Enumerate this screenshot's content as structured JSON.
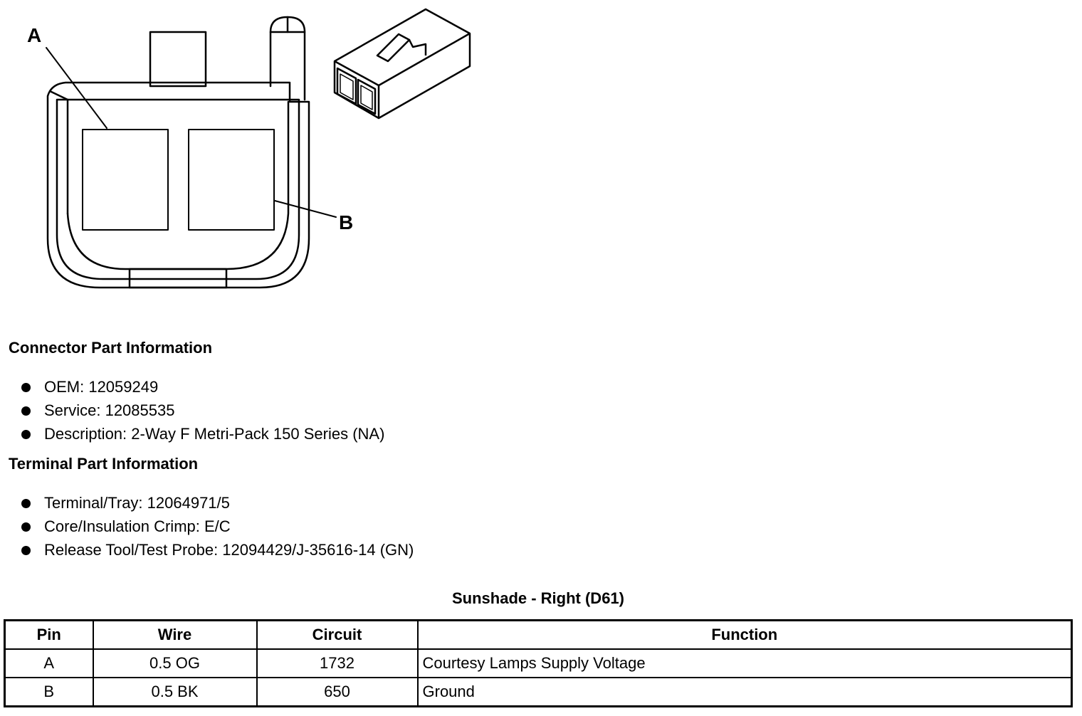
{
  "diagram": {
    "label_a": "A",
    "label_b": "B"
  },
  "connector": {
    "heading": "Connector Part Information",
    "items": [
      "OEM: 12059249",
      "Service: 12085535",
      "Description: 2-Way F Metri-Pack 150 Series (NA)"
    ]
  },
  "terminal": {
    "heading": "Terminal Part Information",
    "items": [
      "Terminal/Tray: 12064971/5",
      "Core/Insulation Crimp: E/C",
      "Release Tool/Test Probe: 12094429/J-35616-14 (GN)"
    ]
  },
  "table": {
    "title": "Sunshade - Right (D61)",
    "headers": {
      "pin": "Pin",
      "wire": "Wire",
      "circuit": "Circuit",
      "function": "Function"
    },
    "rows": [
      {
        "pin": "A",
        "wire": "0.5 OG",
        "circuit": "1732",
        "function": "Courtesy Lamps Supply Voltage"
      },
      {
        "pin": "B",
        "wire": "0.5 BK",
        "circuit": "650",
        "function": "Ground"
      }
    ]
  }
}
